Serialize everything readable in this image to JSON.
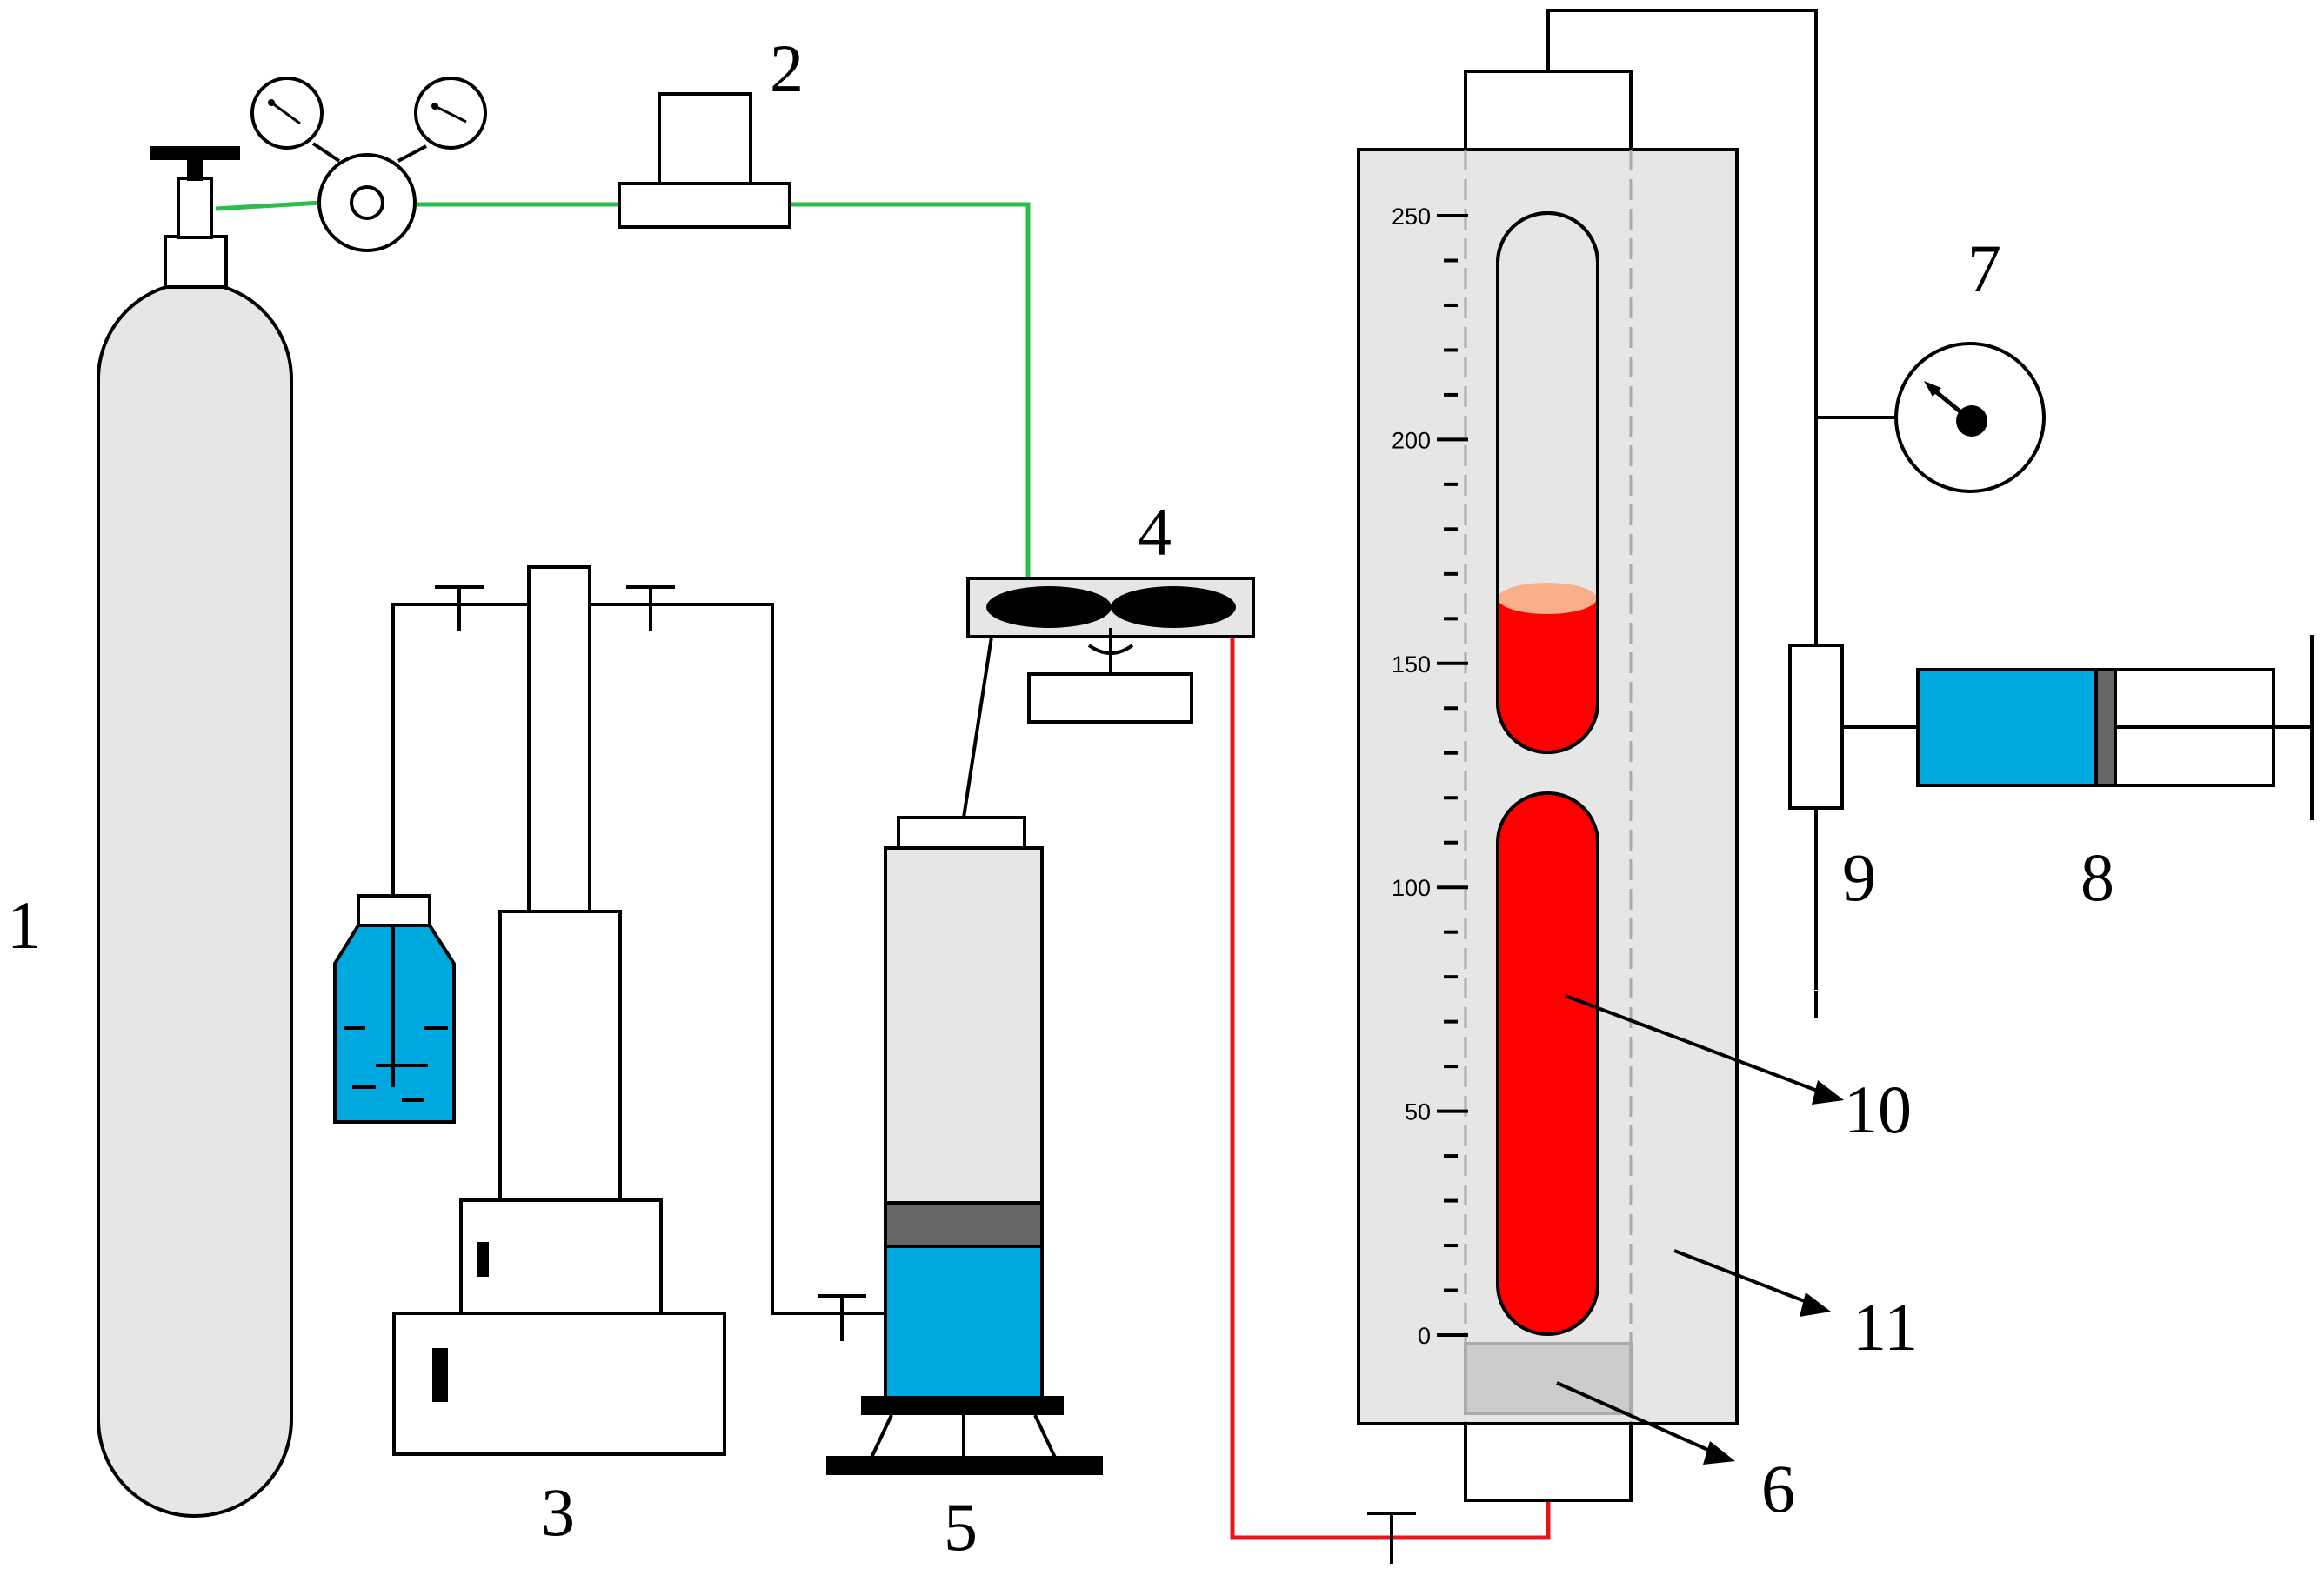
{
  "labels": {
    "gas_cylinder": "1",
    "flow_meter": "2",
    "pump": "3",
    "valve_block": "4",
    "piston_container": "5",
    "bottom_element": "6",
    "pressure_gauge": "7",
    "syringe": "8",
    "connector": "9",
    "sample_tube": "10",
    "column_body": "11"
  },
  "scale": {
    "ticks": [
      "250",
      "200",
      "150",
      "100",
      "50",
      "0"
    ]
  },
  "colors": {
    "gas_line": "#2bbd4a",
    "sample_line": "#e8141b",
    "water": "#00a8e0",
    "sample": "#ff0000",
    "sample_top": "#f9b08a",
    "column": "#e6e6e6",
    "cylinder": "#e6e6e6",
    "piston": "#666666"
  }
}
